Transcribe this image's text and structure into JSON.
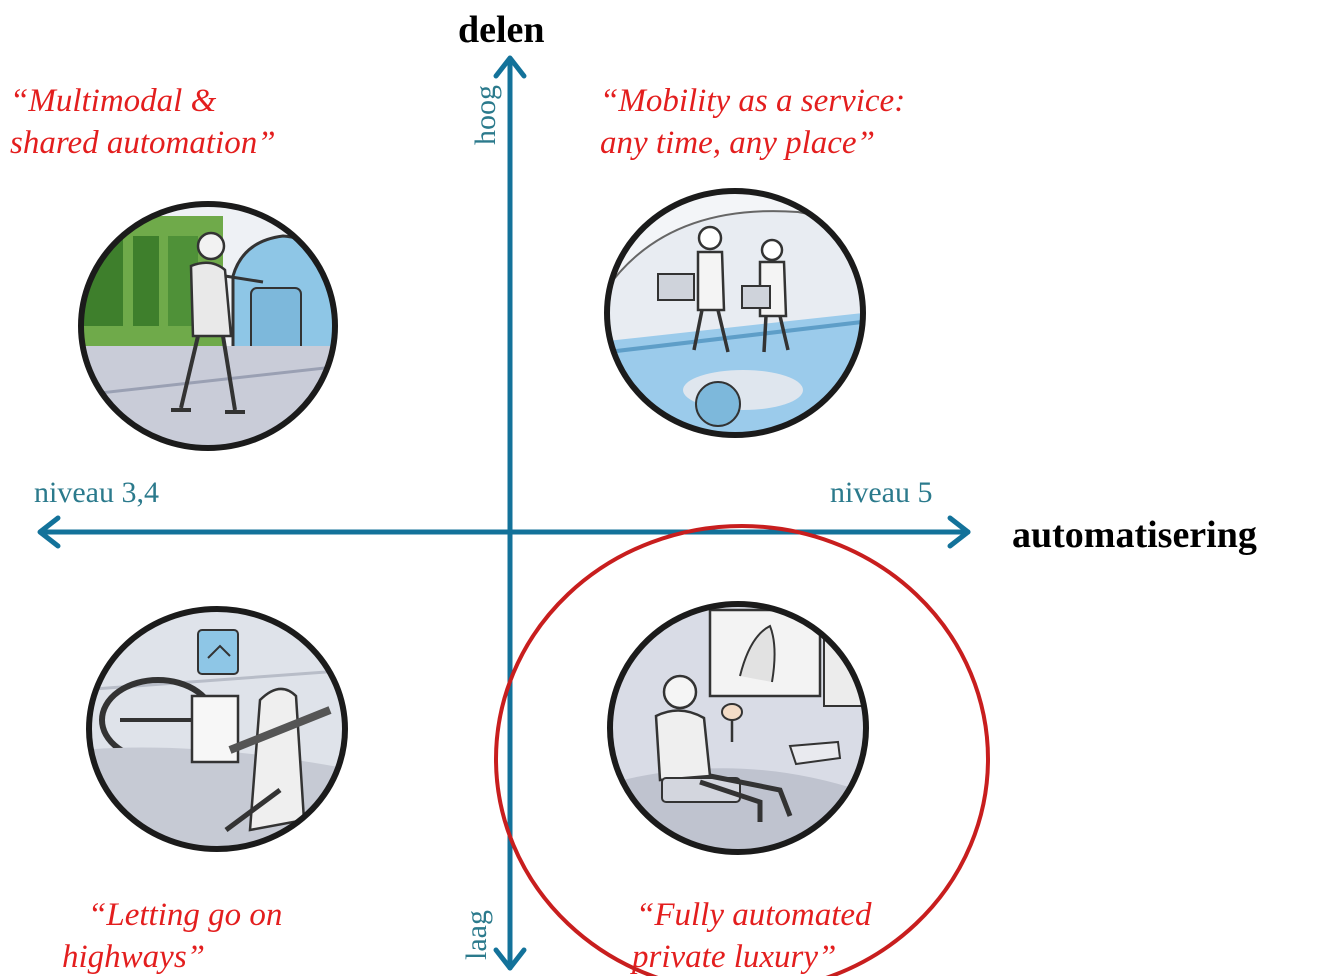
{
  "axes": {
    "vertical": {
      "title": "delen",
      "high_label": "hoog",
      "low_label": "laag"
    },
    "horizontal": {
      "title": "automatisering",
      "left_label": "niveau 3,4",
      "right_label": "niveau 5"
    }
  },
  "quadrants": {
    "top_left": {
      "quote_line1": "“Multimodal &",
      "quote_line2": "shared automation”",
      "icon": "person-boarding-pod-illustration"
    },
    "top_right": {
      "quote_line1": "“Mobility as a service:",
      "quote_line2": "any time, any place”",
      "icon": "passengers-with-laptops-illustration"
    },
    "bottom_left": {
      "quote_line1": "“Letting go on",
      "quote_line2": "highways”",
      "icon": "driver-reading-illustration"
    },
    "bottom_right": {
      "quote_line1": "“Fully automated",
      "quote_line2": "private luxury”",
      "icon": "relaxing-passenger-illustration",
      "highlighted": true
    }
  },
  "colors": {
    "axis": "#13729a",
    "level_text": "#2b7a8c",
    "quote": "#e31e1e",
    "highlight_ring": "#c81e1e"
  }
}
